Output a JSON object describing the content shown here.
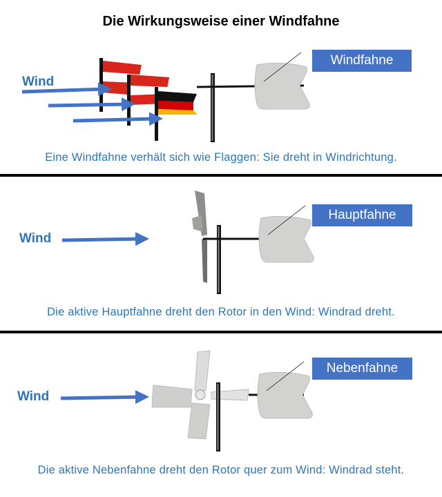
{
  "title": "Die Wirkungsweise einer Windfahne",
  "panels": [
    {
      "wind_label": "Wind",
      "box_label": "Windfahne",
      "caption": "Eine Windfahne verhält sich wie Flaggen: Sie dreht in Windrichtung."
    },
    {
      "wind_label": "Wind",
      "box_label": "Hauptfahne",
      "caption": "Die aktive Hauptfahne dreht den Rotor in den Wind: Windrad dreht."
    },
    {
      "wind_label": "Wind",
      "box_label": "Nebenfahne",
      "caption": "Die aktive Nebenfahne dreht den Rotor quer zum Wind: Windrad steht."
    }
  ],
  "colors": {
    "accent": "#4472c4",
    "text_blue": "#2e75b6",
    "vane": "#d2d2d0"
  }
}
